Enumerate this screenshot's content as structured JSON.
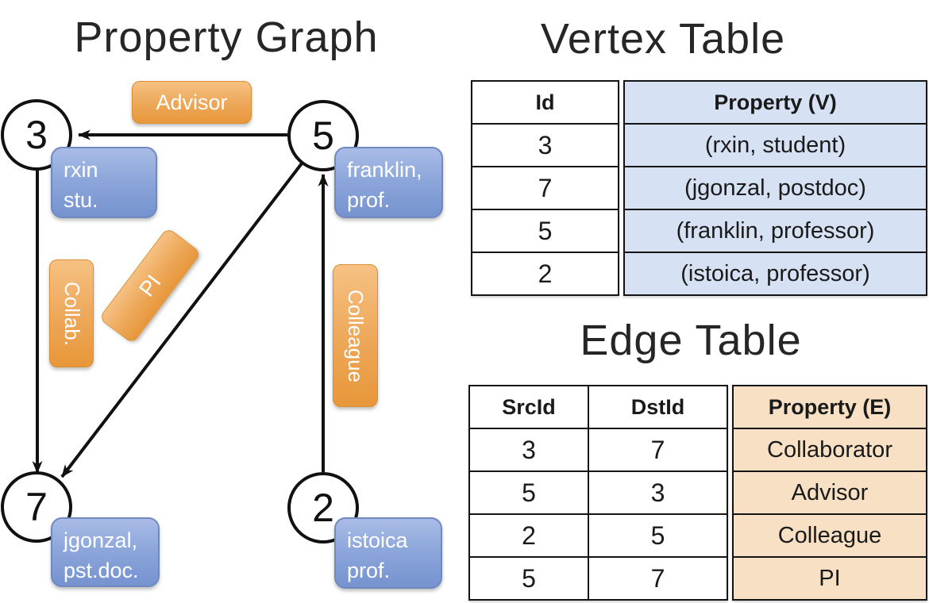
{
  "graph": {
    "title": "Property Graph",
    "nodes": [
      {
        "id": "3",
        "prop_line1": "rxin",
        "prop_line2": "stu."
      },
      {
        "id": "5",
        "prop_line1": "franklin,",
        "prop_line2": "prof."
      },
      {
        "id": "7",
        "prop_line1": "jgonzal,",
        "prop_line2": "pst.doc."
      },
      {
        "id": "2",
        "prop_line1": "istoica",
        "prop_line2": "prof."
      }
    ],
    "edge_labels": {
      "advisor": "Advisor",
      "collab": "Collab.",
      "pi": "PI",
      "colleague": "Colleague"
    }
  },
  "vertex_table": {
    "title": "Vertex Table",
    "headers": {
      "id": "Id",
      "property": "Property (V)"
    },
    "rows": [
      {
        "id": "3",
        "property": "(rxin, student)"
      },
      {
        "id": "7",
        "property": "(jgonzal, postdoc)"
      },
      {
        "id": "5",
        "property": "(franklin, professor)"
      },
      {
        "id": "2",
        "property": "(istoica, professor)"
      }
    ]
  },
  "edge_table": {
    "title": "Edge Table",
    "headers": {
      "src": "SrcId",
      "dst": "DstId",
      "property": "Property (E)"
    },
    "rows": [
      {
        "src": "3",
        "dst": "7",
        "property": "Collaborator"
      },
      {
        "src": "5",
        "dst": "3",
        "property": "Advisor"
      },
      {
        "src": "2",
        "dst": "5",
        "property": "Colleague"
      },
      {
        "src": "5",
        "dst": "7",
        "property": "PI"
      }
    ]
  },
  "colors": {
    "edge_label_orange": "#ED9F40",
    "node_prop_blue": "#7E9BD5",
    "vertex_property_fill": "#D6E1F3",
    "edge_property_fill": "#F7E0C4",
    "line_black": "#111111"
  }
}
